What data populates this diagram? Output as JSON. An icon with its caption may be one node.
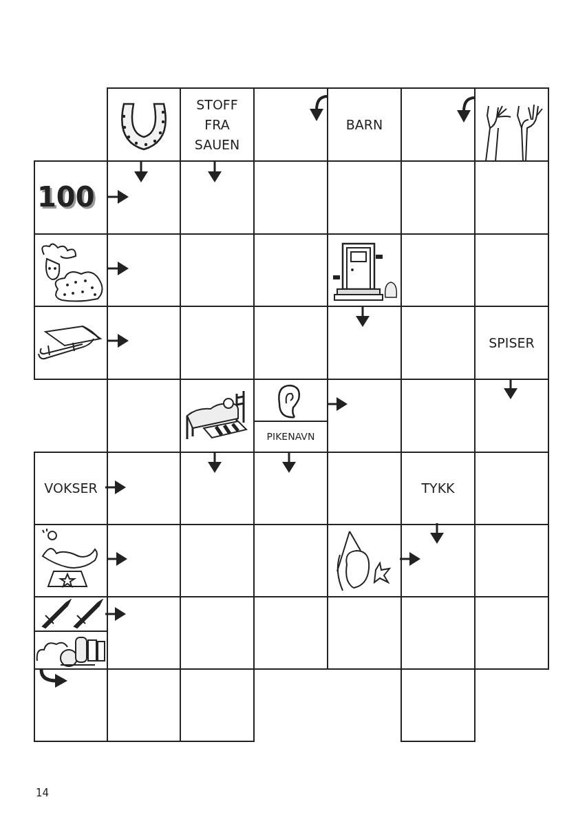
{
  "diagram": {
    "nodes": [
      {
        "text": [
          "STOFF FRA SAUEN"
        ]
      },
      {
        "text": [
          "BARN"
        ]
      },
      {
        "text": [
          "SPISER"
        ]
      },
      {
        "text": [
          "PIKENAVN"
        ]
      },
      {
        "text": [
          "VOKSER"
        ]
      },
      {
        "text": [
          "TYKK"
        ]
      }
    ],
    "labels": [
      "100",
      "14"
    ]
  }
}
